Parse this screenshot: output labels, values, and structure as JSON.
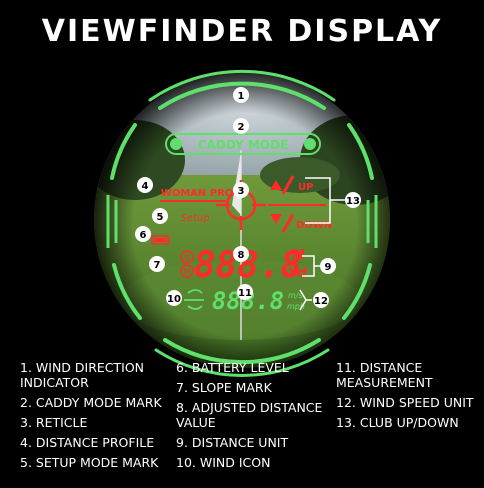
{
  "title": "VIEWFINDER DISPLAY",
  "display": {
    "caddy_mode": "CADDY MODE",
    "profile": "WOMAN PRO",
    "setup": "Setup",
    "up": "UP",
    "down": "DOWN",
    "main_digits": "888.8",
    "unit_m": "M",
    "unit_yd": "Yd",
    "slope_mark_top": "8",
    "slope_mark_bottom": "M",
    "wind_digits": "888.8",
    "speed_unit_top": "m/s",
    "speed_unit_bottom": "mph"
  },
  "callouts": [
    "1",
    "2",
    "3",
    "4",
    "5",
    "6",
    "7",
    "8",
    "9",
    "10",
    "11",
    "12",
    "13"
  ],
  "legend": {
    "col1": [
      "1. WIND DIRECTION INDICATOR",
      "2. CADDY MODE MARK",
      "3. RETICLE",
      "4. DISTANCE PROFILE",
      "5. SETUP MODE MARK"
    ],
    "col2": [
      "6. BATTERY LEVEL",
      "7. SLOPE MARK",
      "8. ADJUSTED DISTANCE VALUE",
      "9. DISTANCE UNIT",
      "10. WIND ICON"
    ],
    "col3": [
      "11. DISTANCE MEASUREMENT",
      "12. WIND SPEED UNIT",
      "13. CLUB UP/DOWN"
    ]
  },
  "colors": {
    "green": "#5fe06a",
    "red": "#ff2a2a",
    "background": "#000000"
  }
}
